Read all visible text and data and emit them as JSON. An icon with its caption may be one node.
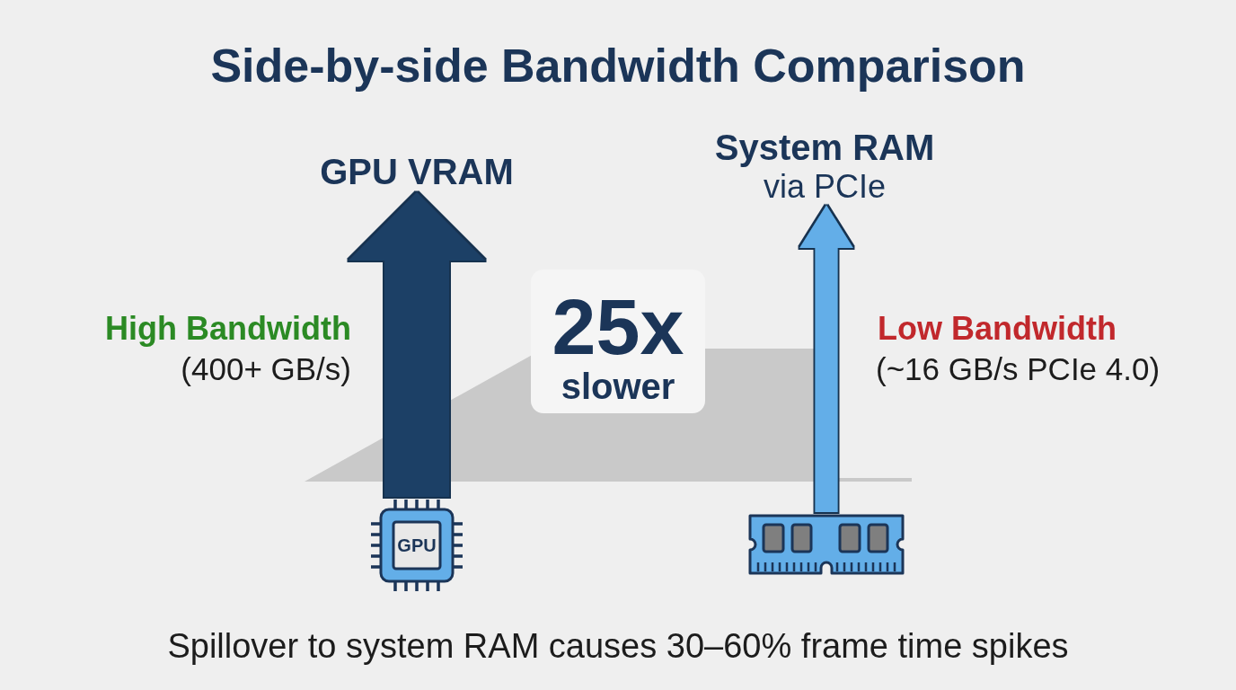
{
  "diagram": {
    "title": "Side-by-side Bandwidth Comparison",
    "caption": "Spillover to system RAM causes 30–60% frame time spikes",
    "nodes": [
      {
        "text": [
          "GPU VRAM"
        ]
      },
      {
        "text": [
          "System RAM",
          "via PCIe"
        ]
      },
      {
        "text": [
          "25x",
          "slower"
        ]
      },
      {
        "text": [
          "GPU"
        ]
      },
      {
        "text": [],
        "shape": "picture"
      }
    ],
    "edges": [
      {
        "from": 3,
        "to": 0,
        "arrow": "to",
        "style": "thick",
        "color": "#1f3f66"
      },
      {
        "from": 4,
        "to": 1,
        "arrow": "to",
        "color": "#63aee8"
      }
    ],
    "labels": [
      "High Bandwidth",
      "(400+ GB/s)",
      "Low Bandwidth",
      "(~16 GB/s PCIe 4.0)"
    ]
  }
}
